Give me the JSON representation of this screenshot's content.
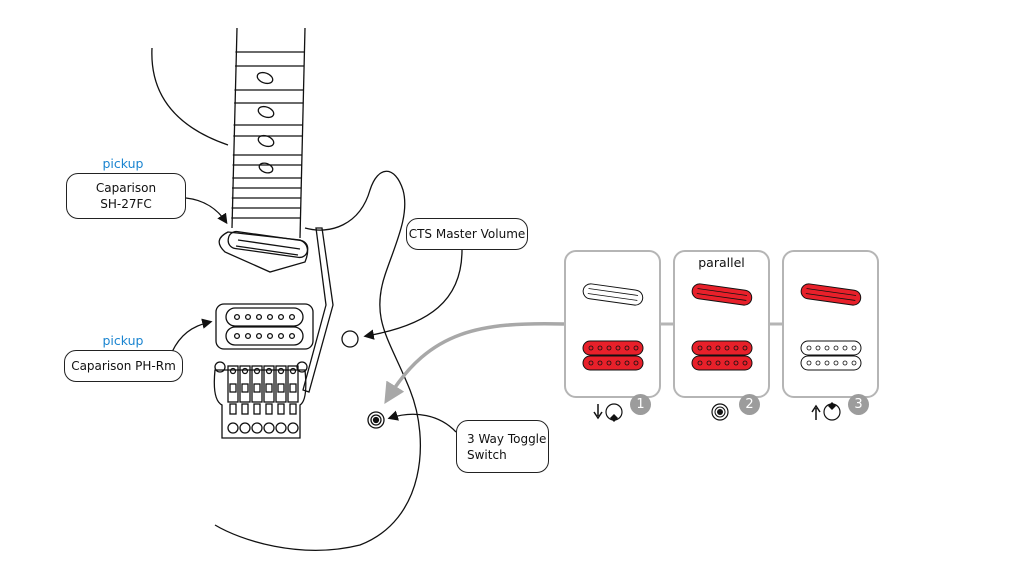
{
  "neck_pickup": {
    "category": "pickup",
    "name_line1": "Caparison",
    "name_line2": "SH-27FC"
  },
  "bridge_pickup": {
    "category": "pickup",
    "name": "Caparison PH-Rm"
  },
  "volume": {
    "label": "CTS Master Volume"
  },
  "toggle": {
    "label_line1": "3 Way Toggle",
    "label_line2": "Switch"
  },
  "positions": [
    {
      "number": "1",
      "caption": "",
      "neck_active": false,
      "bridge_active": true,
      "toggle": "down"
    },
    {
      "number": "2",
      "caption": "parallel",
      "neck_active": true,
      "bridge_active": true,
      "toggle": "middle"
    },
    {
      "number": "3",
      "caption": "",
      "neck_active": true,
      "bridge_active": false,
      "toggle": "up"
    }
  ],
  "colors": {
    "active": "#e8202a",
    "accent_text": "#1a84d0",
    "card_border": "#b5b5b5",
    "badge": "#9c9c9c"
  }
}
